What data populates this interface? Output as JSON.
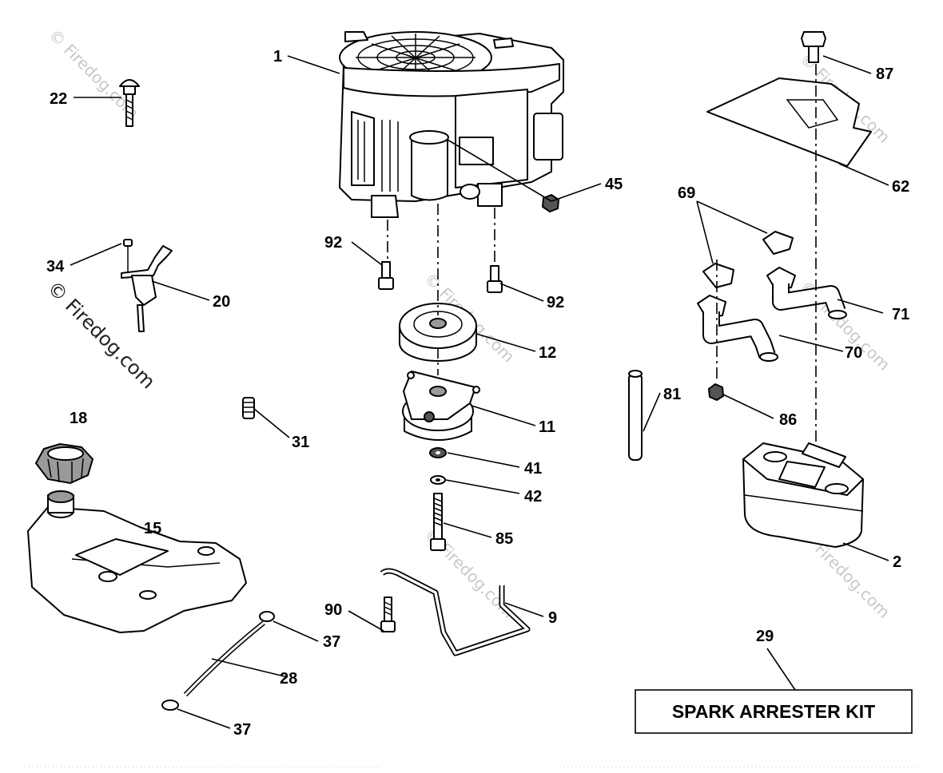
{
  "watermark": {
    "main": "© Firedog.com",
    "faint": "© Firedog.com"
  },
  "callouts": {
    "c1": "1",
    "c2": "2",
    "c9": "9",
    "c11": "11",
    "c12": "12",
    "c15": "15",
    "c18": "18",
    "c20": "20",
    "c22": "22",
    "c28": "28",
    "c29": "29",
    "c31": "31",
    "c34": "34",
    "c37a": "37",
    "c37b": "37",
    "c41": "41",
    "c42": "42",
    "c45": "45",
    "c62": "62",
    "c69": "69",
    "c70": "70",
    "c71": "71",
    "c81": "81",
    "c85": "85",
    "c86": "86",
    "c87": "87",
    "c90": "90",
    "c92a": "92",
    "c92b": "92"
  },
  "kit_box": {
    "label": "SPARK ARRESTER KIT"
  }
}
